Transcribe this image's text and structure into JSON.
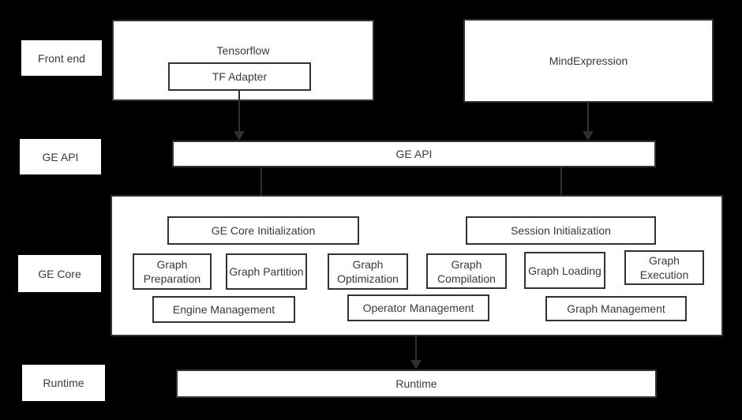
{
  "colors": {
    "bg": "#000000",
    "box-fill": "#ffffff",
    "border": "#333333",
    "text": "#3a3a3a",
    "arrow": "#2e2e2e"
  },
  "side_labels": {
    "front_end": "Front end",
    "ge_api": "GE API",
    "ge_core": "GE Core",
    "runtime": "Runtime"
  },
  "front_end": {
    "tensorflow_label": "Tensorflow",
    "tf_adapter_label": "TF Adapter",
    "mind_expression_label": "MindExpression"
  },
  "ge_api": {
    "bar_label": "GE API"
  },
  "ge_core": {
    "init": [
      "GE Core Initialization",
      "Session Initialization"
    ],
    "stages": [
      "Graph Preparation",
      "Graph Partition",
      "Graph Optimization",
      "Graph Compilation",
      "Graph Loading",
      "Graph Execution"
    ],
    "management": [
      "Engine Management",
      "Operator Management",
      "Graph Management"
    ]
  },
  "runtime": {
    "bar_label": "Runtime"
  }
}
